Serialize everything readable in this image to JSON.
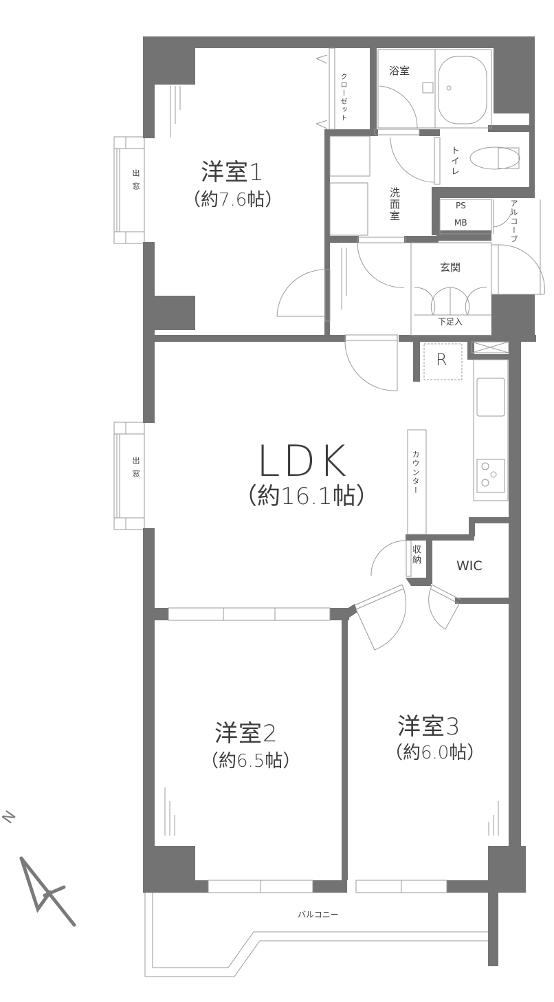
{
  "plan": {
    "wall_color": "#737373",
    "line_color": "#9a9a9a",
    "text_color": "#3c3c3c",
    "background": "#ffffff"
  },
  "rooms": {
    "bedroom1": {
      "name": "洋室1",
      "area": "（約7.6帖）"
    },
    "ldk": {
      "name": "LDK",
      "area": "（約16.1帖）"
    },
    "bedroom2": {
      "name": "洋室2",
      "area": "（約6.5帖）"
    },
    "bedroom3": {
      "name": "洋室3",
      "area": "（約6.0帖）"
    },
    "bathroom": {
      "name": "浴室"
    },
    "toilet": {
      "name": "トイレ"
    },
    "washroom": {
      "name": "洗面室"
    },
    "closet": {
      "name": "クローゼット"
    },
    "entrance": {
      "name": "玄関"
    },
    "shoe_box": {
      "name": "下足入"
    },
    "ps": {
      "name": "PS"
    },
    "mb": {
      "name": "MB"
    },
    "alcove": {
      "name": "アルコーブ"
    },
    "counter": {
      "name": "カウンター"
    },
    "storage": {
      "name": "収納"
    },
    "wic": {
      "name": "WIC"
    },
    "refrigerator": {
      "name": "R"
    },
    "bay_window_top": {
      "name": "出窓"
    },
    "bay_window_mid": {
      "name": "出窓"
    },
    "balcony": {
      "name": "バルコニー"
    }
  },
  "compass": {
    "label": "N",
    "icon": "north-arrow-icon"
  }
}
